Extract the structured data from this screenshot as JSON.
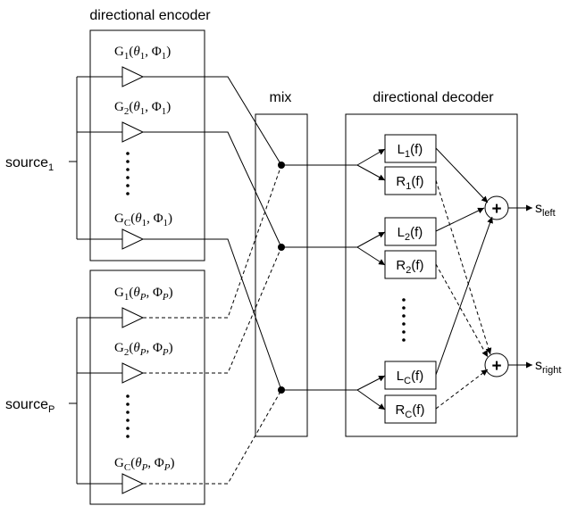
{
  "encoder": {
    "title": "directional encoder",
    "gains_top": [
      {
        "G": "G",
        "gsub": "1",
        "th": "θ",
        "thsub": "1",
        "ph": "Φ",
        "phsub": "1"
      },
      {
        "G": "G",
        "gsub": "2",
        "th": "θ",
        "thsub": "1",
        "ph": "Φ",
        "phsub": "1"
      },
      {
        "G": "G",
        "gsub": "C",
        "th": "θ",
        "thsub": "1",
        "ph": "Φ",
        "phsub": "1"
      }
    ],
    "gains_bottom": [
      {
        "G": "G",
        "gsub": "1",
        "th": "θ",
        "thsub": "P",
        "ph": "Φ",
        "phsub": "P"
      },
      {
        "G": "G",
        "gsub": "2",
        "th": "θ",
        "thsub": "P",
        "ph": "Φ",
        "phsub": "P"
      },
      {
        "G": "G",
        "gsub": "C",
        "th": "θ",
        "thsub": "P",
        "ph": "Φ",
        "phsub": "P"
      }
    ]
  },
  "sources": [
    {
      "label": "source",
      "sub": "1"
    },
    {
      "label": "source",
      "sub": "P"
    }
  ],
  "mix": {
    "title": "mix"
  },
  "decoder": {
    "title": "directional decoder",
    "filters": [
      {
        "name": "L",
        "sub": "1",
        "arg": "(f)"
      },
      {
        "name": "R",
        "sub": "1",
        "arg": "(f)"
      },
      {
        "name": "L",
        "sub": "2",
        "arg": "(f)"
      },
      {
        "name": "R",
        "sub": "2",
        "arg": "(f)"
      },
      {
        "name": "L",
        "sub": "C",
        "arg": "(f)"
      },
      {
        "name": "R",
        "sub": "C",
        "arg": "(f)"
      }
    ],
    "sum_symbol": "+"
  },
  "outputs": [
    {
      "label": "s",
      "sub": "left"
    },
    {
      "label": "s",
      "sub": "right"
    }
  ]
}
